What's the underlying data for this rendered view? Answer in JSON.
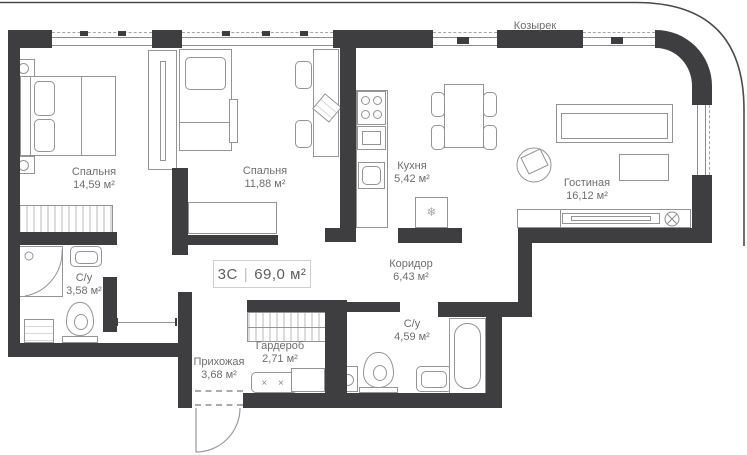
{
  "plan": {
    "title": {
      "rooms_code": "3С",
      "separator": "|",
      "total_area": "69,0 м²"
    },
    "canopy_label": "Козырек",
    "rooms": [
      {
        "id": "bedroom-1",
        "name": "Спальня",
        "area": "14,59 м²"
      },
      {
        "id": "bedroom-2",
        "name": "Спальня",
        "area": "11,88 м²"
      },
      {
        "id": "kitchen",
        "name": "Кухня",
        "area": "5,42 м²"
      },
      {
        "id": "living-room",
        "name": "Гостиная",
        "area": "16,12 м²"
      },
      {
        "id": "bathroom-1",
        "name": "С/у",
        "area": "3,58 м²"
      },
      {
        "id": "corridor",
        "name": "Коридор",
        "area": "6,43 м²"
      },
      {
        "id": "bathroom-2",
        "name": "С/у",
        "area": "4,59 м²"
      },
      {
        "id": "wardrobe",
        "name": "Гардероб",
        "area": "2,71 м²"
      },
      {
        "id": "hallway",
        "name": "Прихожая",
        "area": "3,68 м²"
      }
    ],
    "marks": {
      "shoe_cabinet": "× ×",
      "fridge_snowflake": "❄"
    },
    "colors": {
      "wall": "#3e3e41",
      "line": "#949494",
      "text": "#6e6e6e",
      "winline": "#8d8d8d",
      "titleBorder": "#cfcfcf",
      "canopy": "#4a4a4a"
    }
  }
}
